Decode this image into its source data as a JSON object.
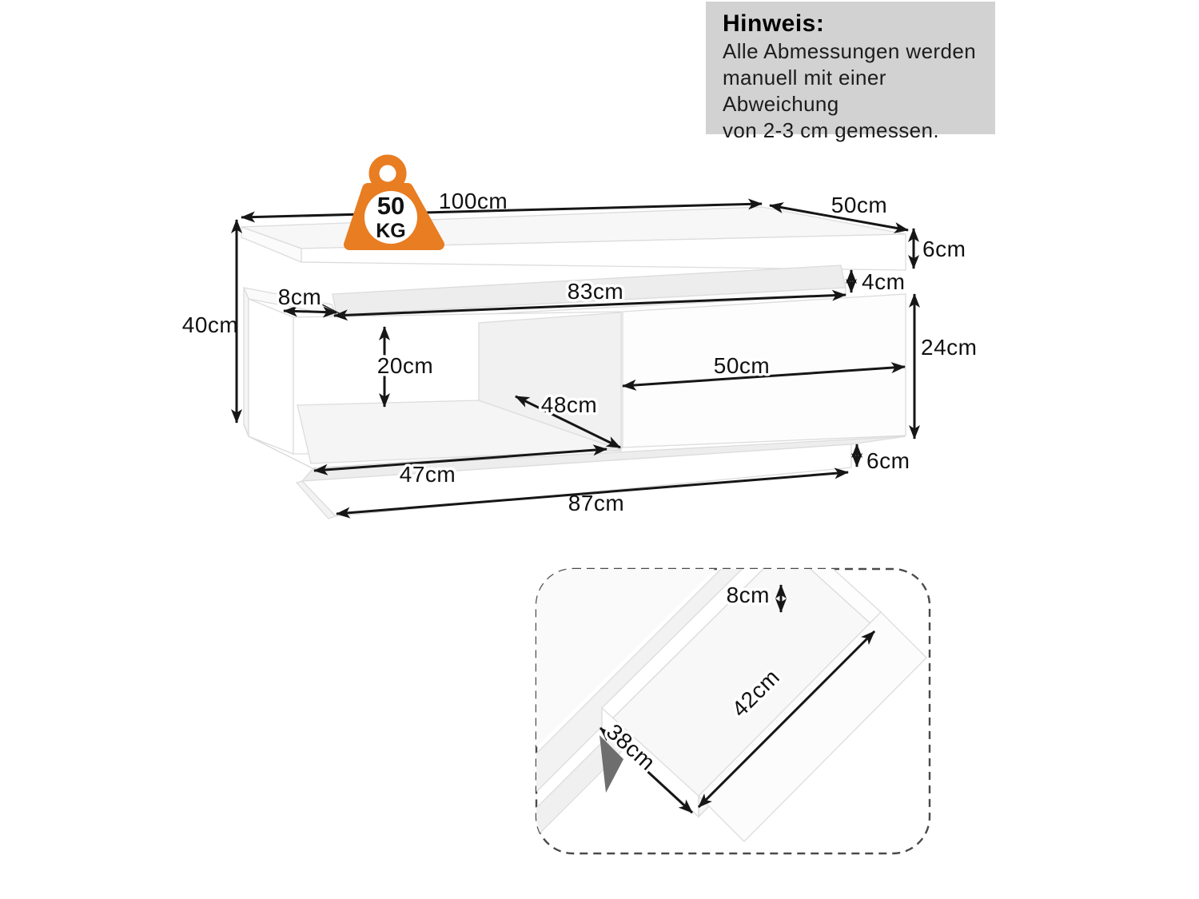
{
  "note": {
    "title": "Hinweis:",
    "line1": "Alle Abmessungen werden",
    "line2": "manuell mit einer Abweichung",
    "line3": "von 2-3 cm gemessen."
  },
  "weight_badge": {
    "value": "50",
    "unit": "KG"
  },
  "dimensions": {
    "top_length": "100cm",
    "top_depth": "50cm",
    "top_thickness": "6cm",
    "shelf_length": "83cm",
    "shelf_thickness": "4cm",
    "shelf_offset": "8cm",
    "total_height": "40cm",
    "niche_height": "20cm",
    "niche_diagonal": "48cm",
    "niche_width": "47cm",
    "drawer_front_width": "50cm",
    "body_height": "24cm",
    "plinth_height": "6cm",
    "plinth_length": "87cm",
    "drawer_inner_height": "8cm",
    "drawer_inner_depth": "38cm",
    "drawer_inner_length": "42cm"
  },
  "colors": {
    "accent_orange": "#E87D22",
    "note_background": "#D2D2D2",
    "dimension_line": "#161616"
  }
}
